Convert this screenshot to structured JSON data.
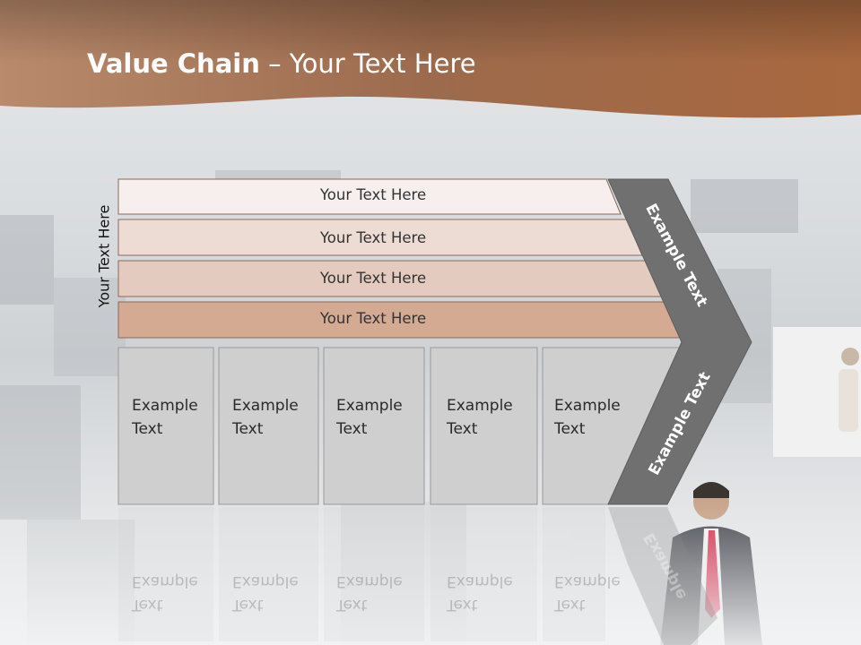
{
  "title": {
    "bold": "Value Chain",
    "rest": " – Your Text Here"
  },
  "side_label": "Your Text Here",
  "rows": [
    {
      "label": "Your Text Here",
      "fill": "#f6efed"
    },
    {
      "label": "Your Text Here",
      "fill": "#ecdcd3"
    },
    {
      "label": "Your Text Here",
      "fill": "#e3cbbf"
    },
    {
      "label": "Your Text Here",
      "fill": "#d4ab92"
    }
  ],
  "boxes": [
    {
      "line1": "Example",
      "line2": "Text"
    },
    {
      "line1": "Example",
      "line2": "Text"
    },
    {
      "line1": "Example",
      "line2": "Text"
    },
    {
      "line1": "Example",
      "line2": "Text"
    },
    {
      "line1": "Example",
      "line2": "Text"
    }
  ],
  "chevron": {
    "upper": "Example Text",
    "lower": "Example Text",
    "reflection": "Example"
  },
  "colors": {
    "header": "#a86c4a",
    "box_fill": "#cfcfcf",
    "chevron": "#707070",
    "row_stroke": "#8a6a58"
  }
}
